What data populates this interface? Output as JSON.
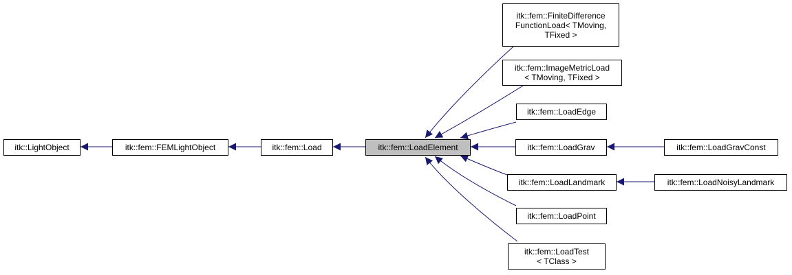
{
  "diagram": {
    "edge_color": "#191970",
    "highlight_fill": "#bfbfbf",
    "nodes": {
      "light_object": "itk::LightObject",
      "fem_light_object": "itk::fem::FEMLightObject",
      "load": "itk::fem::Load",
      "load_element": "itk::fem::LoadElement",
      "finite_difference_function_load": "itk::fem::FiniteDifference\nFunctionLoad< TMoving,\nTFixed >",
      "image_metric_load": "itk::fem::ImageMetricLoad\n< TMoving, TFixed >",
      "load_edge": "itk::fem::LoadEdge",
      "load_grav": "itk::fem::LoadGrav",
      "load_grav_const": "itk::fem::LoadGravConst",
      "load_landmark": "itk::fem::LoadLandmark",
      "load_noisy_landmark": "itk::fem::LoadNoisyLandmark",
      "load_point": "itk::fem::LoadPoint",
      "load_test": "itk::fem::LoadTest\n< TClass >"
    }
  }
}
